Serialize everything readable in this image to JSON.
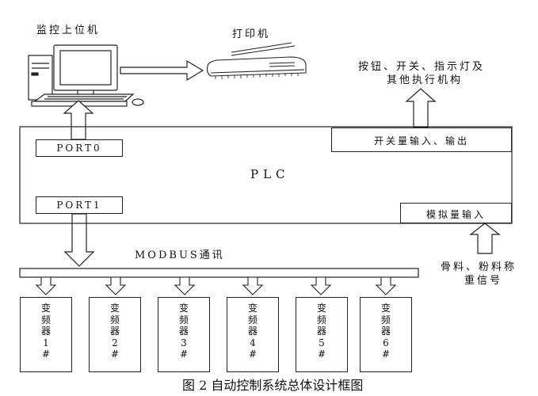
{
  "labels": {
    "host": "监控上位机",
    "printer": "打印机",
    "io_devices_line1": "按钮、开关、指示灯及",
    "io_devices_line2": "其他执行机构",
    "plc": "PLC",
    "port0": "PORT0",
    "port1": "PORT1",
    "digital_io": "开关量输入、输出",
    "analog_in": "模拟量输入",
    "bus": "MODBUS通讯",
    "weigh_line1": "骨料、粉料称",
    "weigh_line2": "重信号",
    "caption": "图 2 自动控制系统总体设计框图"
  },
  "vfds": [
    {
      "c1": "变",
      "c2": "频",
      "c3": "器",
      "num": "1",
      "hash": "#"
    },
    {
      "c1": "变",
      "c2": "频",
      "c3": "器",
      "num": "2",
      "hash": "#"
    },
    {
      "c1": "变",
      "c2": "频",
      "c3": "器",
      "num": "3",
      "hash": "#"
    },
    {
      "c1": "变",
      "c2": "频",
      "c3": "器",
      "num": "4",
      "hash": "#"
    },
    {
      "c1": "变",
      "c2": "频",
      "c3": "器",
      "num": "5",
      "hash": "#"
    },
    {
      "c1": "变",
      "c2": "频",
      "c3": "器",
      "num": "6",
      "hash": "#"
    }
  ],
  "icons": {
    "host": "computer-icon",
    "printer": "printer-icon"
  }
}
